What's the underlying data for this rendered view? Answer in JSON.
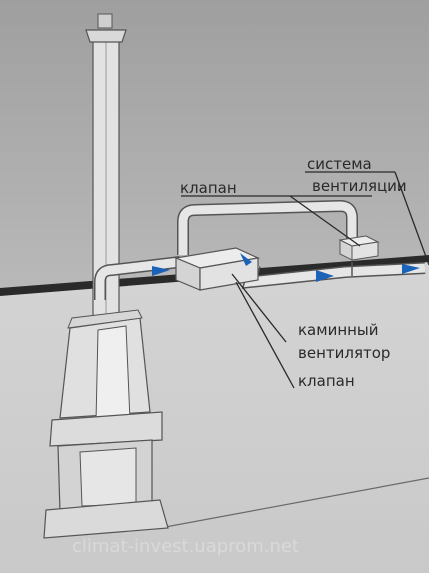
{
  "labels": {
    "system_line1": "система",
    "system_line2": "вентиляции",
    "valve_top": "клапан",
    "fan_line1": "каминный",
    "fan_line2": "вентилятор",
    "valve_bottom": "клапан"
  },
  "watermark": "climat-invest.uaprom.net",
  "colors": {
    "wall_upper": "#a7a7a7",
    "floor": "#d2d2d2",
    "duct": "#e4e4e4",
    "outline": "#555555",
    "arrow": "#1b63b8"
  }
}
